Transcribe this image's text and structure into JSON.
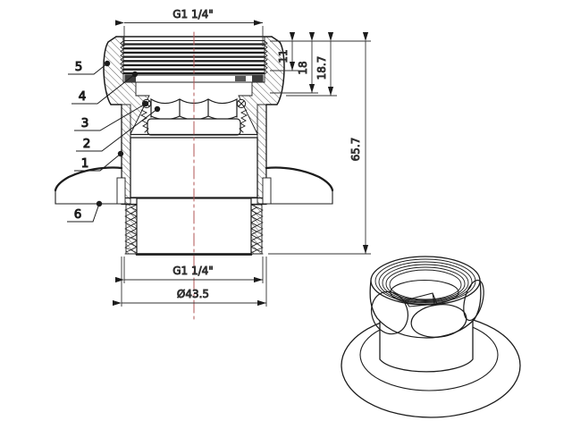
{
  "drawing": {
    "dimensions": {
      "top_thread": "G1 1/4\"",
      "thread_depth": "11",
      "nut_height": "18",
      "nut_total_height": "18.7",
      "overall_height": "65.7",
      "bottom_thread": "G1 1/4\"",
      "outer_diameter": "Ø43.5"
    },
    "callouts": [
      "5",
      "4",
      "3",
      "2",
      "1",
      "6"
    ]
  },
  "colors": {
    "ink": "#1c1c1c",
    "dimension_lines": "#333333",
    "centerline_red": "#b25555",
    "background": "#ffffff"
  }
}
